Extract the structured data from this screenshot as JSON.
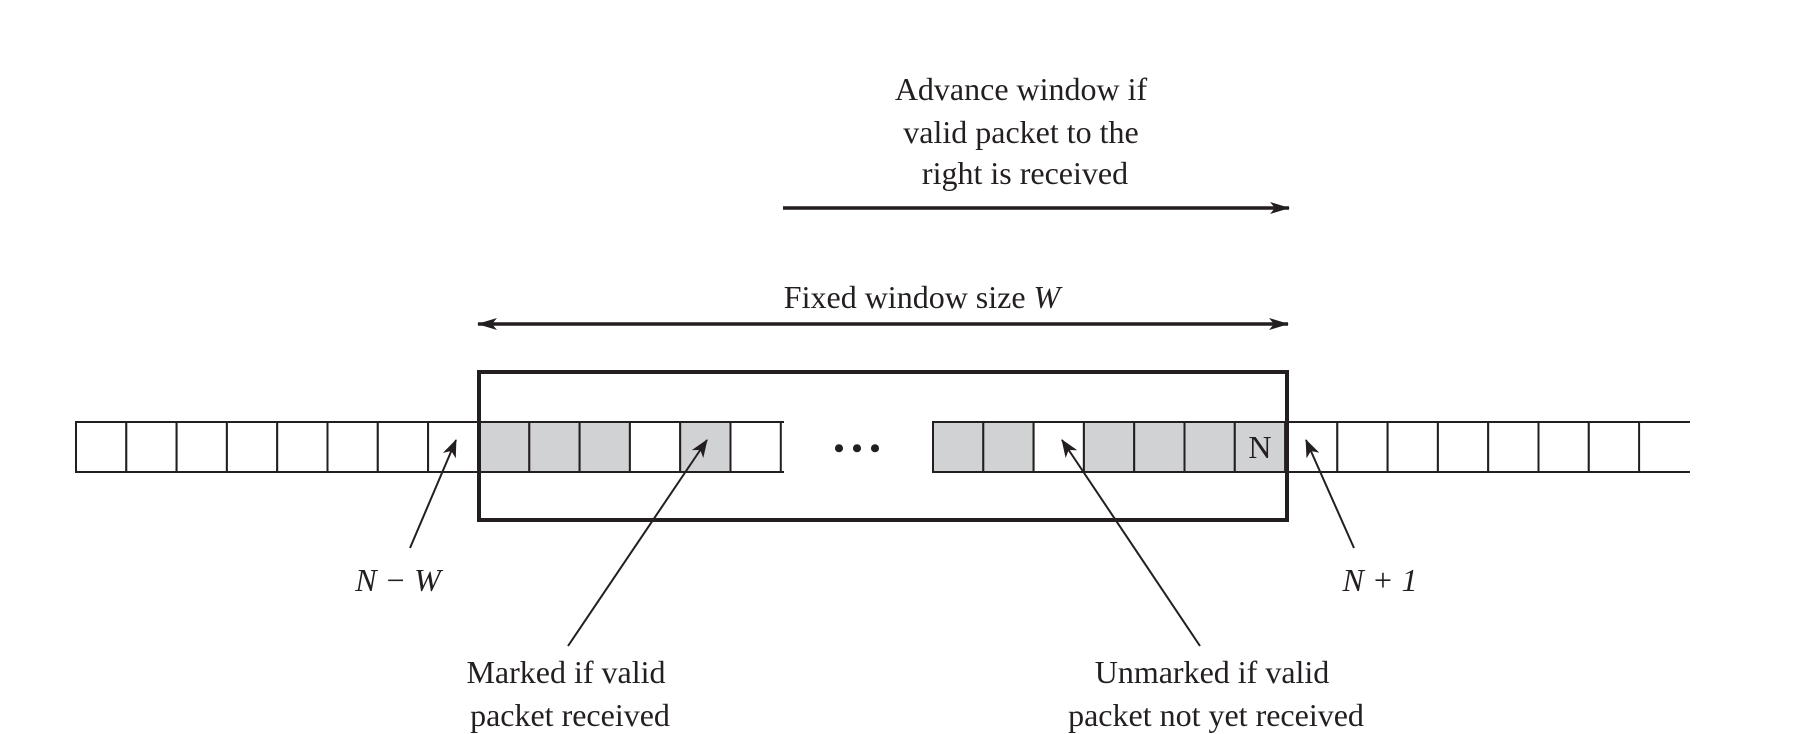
{
  "advance": {
    "lines": [
      "Advance window if",
      "valid packet to the",
      "right is received"
    ]
  },
  "window": {
    "label_text": "Fixed window size ",
    "label_var": "W"
  },
  "sequence": {
    "cells": [
      {
        "marked": false,
        "text": ""
      },
      {
        "marked": false,
        "text": ""
      },
      {
        "marked": false,
        "text": ""
      },
      {
        "marked": false,
        "text": ""
      },
      {
        "marked": false,
        "text": ""
      },
      {
        "marked": false,
        "text": ""
      },
      {
        "marked": false,
        "text": ""
      },
      {
        "marked": false,
        "text": ""
      },
      {
        "marked": true,
        "text": ""
      },
      {
        "marked": true,
        "text": ""
      },
      {
        "marked": true,
        "text": ""
      },
      {
        "marked": false,
        "text": ""
      },
      {
        "marked": true,
        "text": ""
      },
      {
        "marked": false,
        "text": ""
      },
      {
        "marked": true,
        "text": ""
      },
      {
        "marked": true,
        "text": ""
      },
      {
        "marked": false,
        "text": ""
      },
      {
        "marked": true,
        "text": ""
      },
      {
        "marked": true,
        "text": ""
      },
      {
        "marked": true,
        "text": ""
      },
      {
        "marked": true,
        "text": "N"
      },
      {
        "marked": false,
        "text": ""
      },
      {
        "marked": false,
        "text": ""
      },
      {
        "marked": false,
        "text": ""
      },
      {
        "marked": false,
        "text": ""
      },
      {
        "marked": false,
        "text": ""
      },
      {
        "marked": false,
        "text": ""
      },
      {
        "marked": false,
        "text": ""
      }
    ],
    "marked_color": "#d1d2d4",
    "unmarked_color": "#ffffff",
    "ellipsis": "• • •"
  },
  "labels": {
    "n_minus_w": "N − W",
    "n_plus_1": "N + 1",
    "marked": [
      "Marked if valid",
      "packet received"
    ],
    "unmarked": [
      "Unmarked if valid",
      "packet not yet received"
    ]
  },
  "colors": {
    "ink": "#231f20"
  }
}
